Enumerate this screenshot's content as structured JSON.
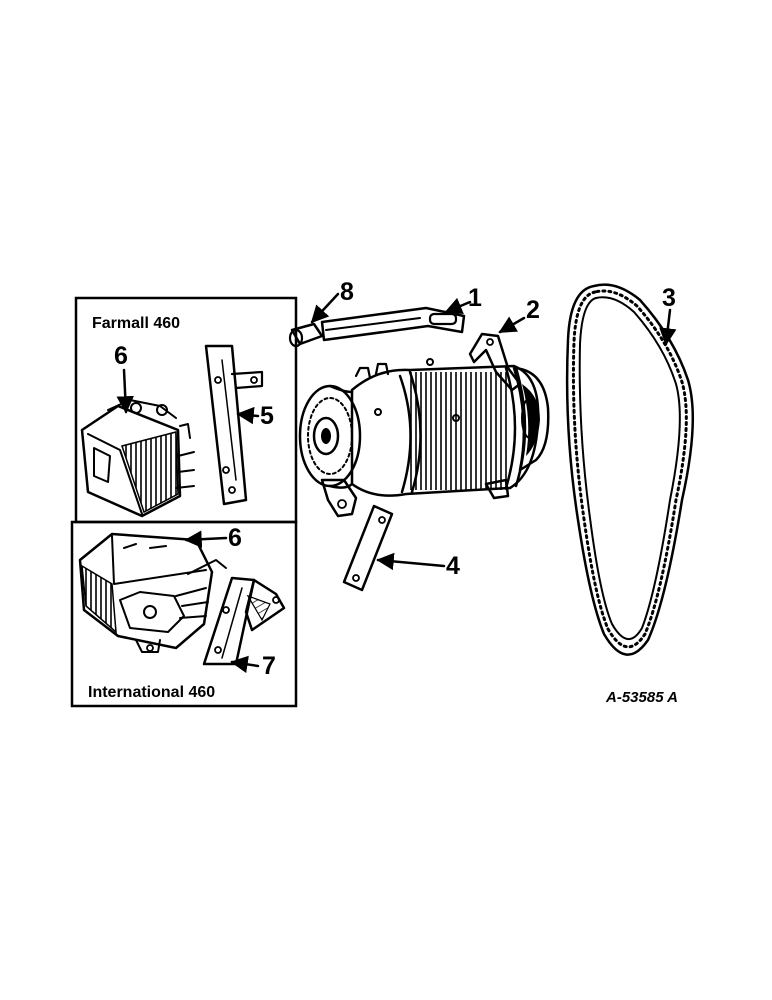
{
  "diagram": {
    "drawing_number": "A-53585 A",
    "insets": {
      "farmall": {
        "caption": "Farmall 460"
      },
      "international": {
        "caption": "International 460"
      }
    },
    "callouts": {
      "c1": "1",
      "c2": "2",
      "c3": "3",
      "c4": "4",
      "c5": "5",
      "c6a": "6",
      "c6b": "6",
      "c7": "7",
      "c8": "8"
    }
  }
}
